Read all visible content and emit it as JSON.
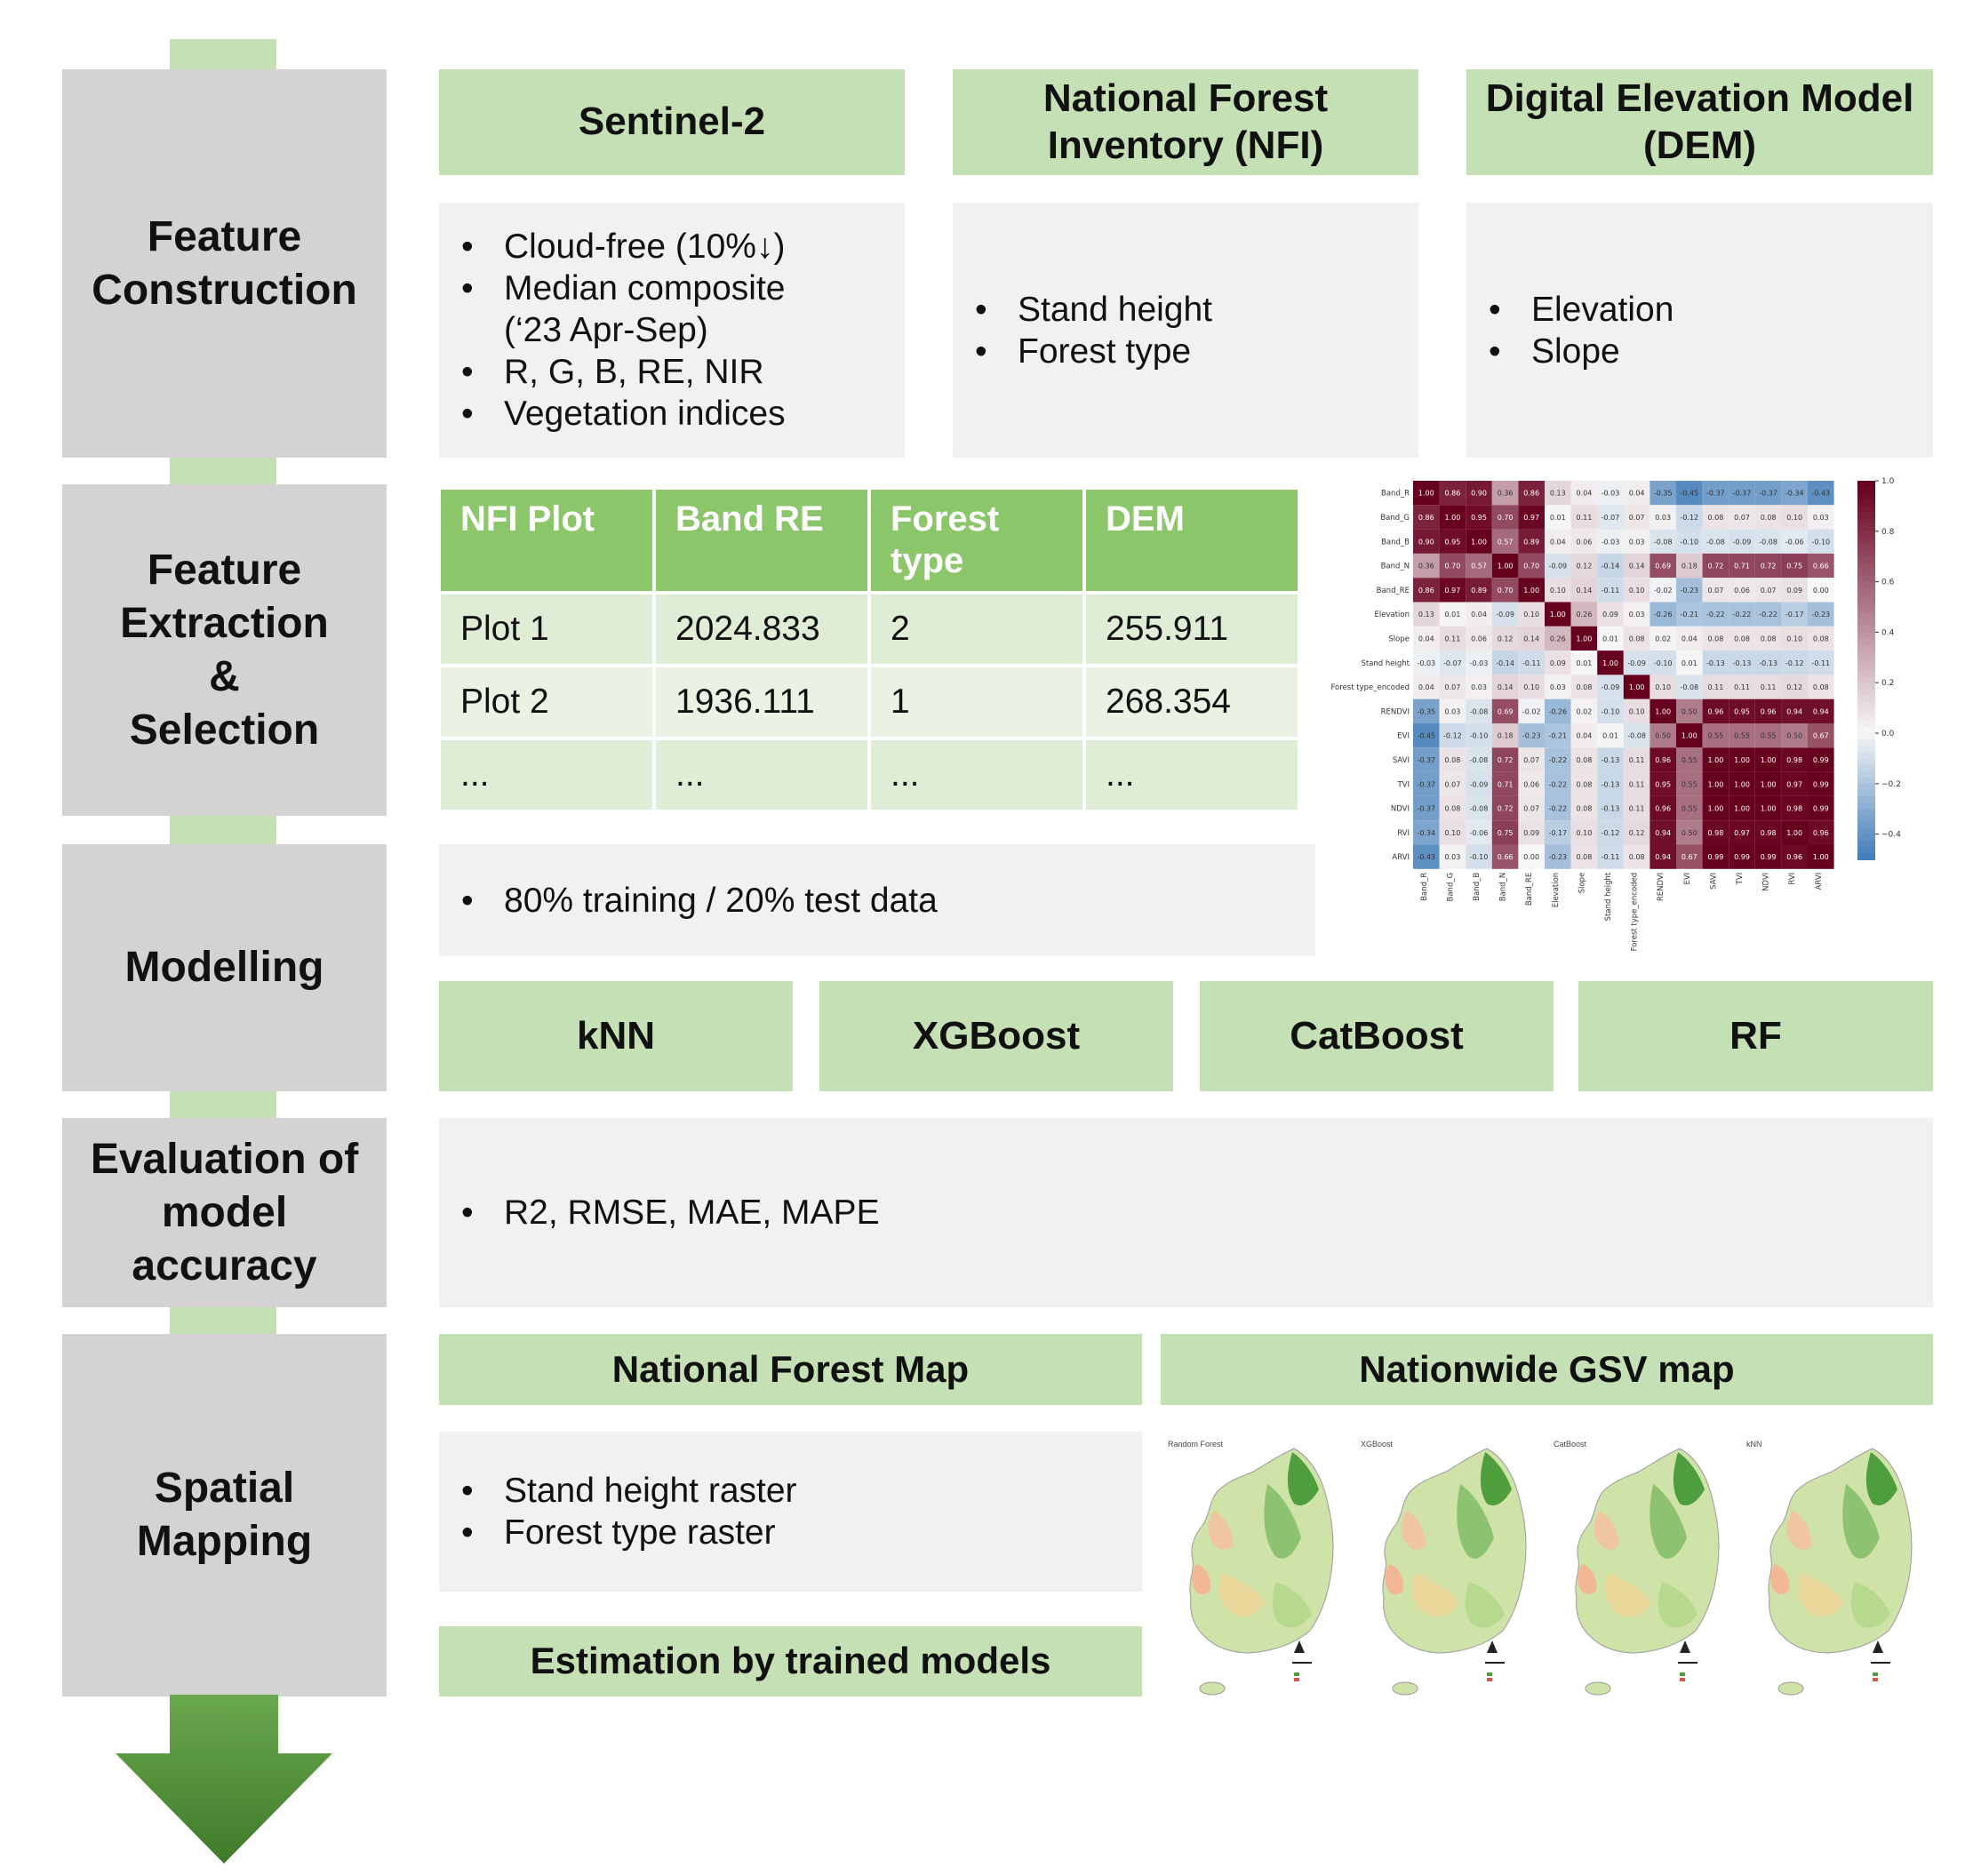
{
  "stages": [
    {
      "label": "Feature\nConstruction"
    },
    {
      "label": "Feature\nExtraction\n&\nSelection"
    },
    {
      "label": "Modelling"
    },
    {
      "label": "Evaluation of\nmodel\naccuracy"
    },
    {
      "label": "Spatial\nMapping"
    }
  ],
  "sources": [
    {
      "title": "Sentinel-2",
      "items": [
        "Cloud-free (10%↓)",
        "Median composite\n(‘23 Apr-Sep)",
        "R, G, B, RE, NIR",
        "Vegetation indices"
      ]
    },
    {
      "title": "National Forest\nInventory (NFI)",
      "items": [
        "Stand height",
        "Forest type"
      ]
    },
    {
      "title": "Digital Elevation Model\n(DEM)",
      "items": [
        "Elevation",
        "Slope"
      ]
    }
  ],
  "nfi_table": {
    "headers": [
      "NFI Plot",
      "Band RE",
      "Forest\ntype",
      "DEM"
    ],
    "rows": [
      [
        "Plot 1",
        "2024.833",
        "2",
        "255.911"
      ],
      [
        "Plot 2",
        "1936.111",
        "1",
        "268.354"
      ],
      [
        "...",
        "...",
        "...",
        "..."
      ]
    ]
  },
  "heatmap": {
    "labels": [
      "Band_R",
      "Band_G",
      "Band_B",
      "Band_N",
      "Band_RE",
      "Elevation",
      "Slope",
      "Stand height",
      "Forest type_encoded",
      "RENDVI",
      "EVI",
      "SAVI",
      "TVI",
      "NDVI",
      "RVI",
      "ARVI"
    ],
    "matrix": [
      [
        1.0,
        0.86,
        0.9,
        0.36,
        0.86,
        0.13,
        0.04,
        -0.03,
        0.04,
        -0.35,
        -0.45,
        -0.37,
        -0.37,
        -0.37,
        -0.34,
        -0.43
      ],
      [
        0.86,
        1.0,
        0.95,
        0.7,
        0.97,
        0.01,
        0.11,
        -0.07,
        0.07,
        0.03,
        -0.12,
        0.08,
        0.07,
        0.08,
        0.1,
        0.03
      ],
      [
        0.9,
        0.95,
        1.0,
        0.57,
        0.89,
        0.04,
        0.06,
        -0.03,
        0.03,
        -0.08,
        -0.1,
        -0.08,
        -0.09,
        -0.08,
        -0.06,
        -0.1
      ],
      [
        0.36,
        0.7,
        0.57,
        1.0,
        0.7,
        -0.09,
        0.12,
        -0.14,
        0.14,
        0.69,
        0.18,
        0.72,
        0.71,
        0.72,
        0.75,
        0.66
      ],
      [
        0.86,
        0.97,
        0.89,
        0.7,
        1.0,
        0.1,
        0.14,
        -0.11,
        0.1,
        -0.02,
        -0.23,
        0.07,
        0.06,
        0.07,
        0.09,
        0.0
      ],
      [
        0.13,
        0.01,
        0.04,
        -0.09,
        0.1,
        1.0,
        0.26,
        0.09,
        0.03,
        -0.26,
        -0.21,
        -0.22,
        -0.22,
        -0.22,
        -0.17,
        -0.23
      ],
      [
        0.04,
        0.11,
        0.06,
        0.12,
        0.14,
        0.26,
        1.0,
        0.01,
        0.08,
        0.02,
        0.04,
        0.08,
        0.08,
        0.08,
        0.1,
        0.08
      ],
      [
        -0.03,
        -0.07,
        -0.03,
        -0.14,
        -0.11,
        0.09,
        0.01,
        1.0,
        -0.09,
        -0.1,
        0.01,
        -0.13,
        -0.13,
        -0.13,
        -0.12,
        -0.11
      ],
      [
        0.04,
        0.07,
        0.03,
        0.14,
        0.1,
        0.03,
        0.08,
        -0.09,
        1.0,
        0.1,
        -0.08,
        0.11,
        0.11,
        0.11,
        0.12,
        0.08
      ],
      [
        -0.35,
        0.03,
        -0.08,
        0.69,
        -0.02,
        -0.26,
        0.02,
        -0.1,
        0.1,
        1.0,
        0.5,
        0.96,
        0.95,
        0.96,
        0.94,
        0.94
      ],
      [
        -0.45,
        -0.12,
        -0.1,
        0.18,
        -0.23,
        -0.21,
        0.04,
        0.01,
        -0.08,
        0.5,
        1.0,
        0.55,
        0.55,
        0.55,
        0.5,
        0.67
      ],
      [
        -0.37,
        0.08,
        -0.08,
        0.72,
        0.07,
        -0.22,
        0.08,
        -0.13,
        0.11,
        0.96,
        0.55,
        1.0,
        1.0,
        1.0,
        0.98,
        0.99
      ],
      [
        -0.37,
        0.07,
        -0.09,
        0.71,
        0.06,
        -0.22,
        0.08,
        -0.13,
        0.11,
        0.95,
        0.55,
        1.0,
        1.0,
        1.0,
        0.97,
        0.99
      ],
      [
        -0.37,
        0.08,
        -0.08,
        0.72,
        0.07,
        -0.22,
        0.08,
        -0.13,
        0.11,
        0.96,
        0.55,
        1.0,
        1.0,
        1.0,
        0.98,
        0.99
      ],
      [
        -0.34,
        0.1,
        -0.06,
        0.75,
        0.09,
        -0.17,
        0.1,
        -0.12,
        0.12,
        0.94,
        0.5,
        0.98,
        0.97,
        0.98,
        1.0,
        0.96
      ],
      [
        -0.43,
        0.03,
        -0.1,
        0.66,
        0.0,
        -0.23,
        0.08,
        -0.11,
        0.08,
        0.94,
        0.67,
        0.99,
        0.99,
        0.99,
        0.96,
        1.0
      ]
    ],
    "colorbar_ticks": [
      "1.0",
      "0.8",
      "0.6",
      "0.4",
      "0.2",
      "0.0",
      "−0.2",
      "−0.4"
    ],
    "colors": {
      "positive": "#67001f",
      "neutral": "#f7f7f7",
      "negative": "#2166ac"
    }
  },
  "modelling": {
    "split_text": "80% training / 20% test data",
    "models": [
      "kNN",
      "XGBoost",
      "CatBoost",
      "RF"
    ]
  },
  "evaluation": {
    "metrics_text": "R2, RMSE, MAE, MAPE"
  },
  "mapping": {
    "forest_map_title": "National Forest Map",
    "forest_map_items": [
      "Stand height raster",
      "Forest type raster"
    ],
    "estimation_label": "Estimation by trained models",
    "gsv_title": "Nationwide GSV map",
    "map_titles": [
      "Random Forest",
      "XGBoost",
      "CatBoost",
      "kNN"
    ]
  },
  "colors": {
    "stage_bg": "#d4d2d3",
    "header_green": "#c5e0b4",
    "table_header": "#8cc66b",
    "arrow_green": "#4e8a35",
    "panel_bg": "#f1f1f1"
  }
}
